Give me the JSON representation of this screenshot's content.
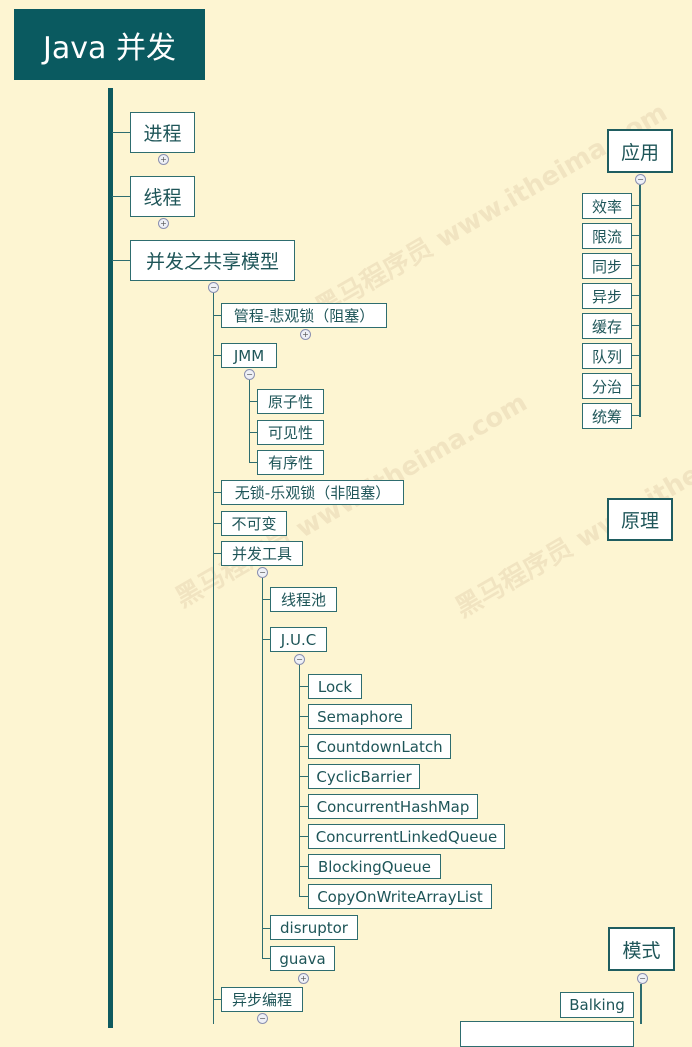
{
  "root": {
    "title": "Java 并发"
  },
  "level1": [
    "进程",
    "线程",
    "并发之共享模型"
  ],
  "shared_model": {
    "monitor": "管程-悲观锁（阻塞）",
    "jmm": "JMM",
    "jmm_children": [
      "原子性",
      "可见性",
      "有序性"
    ],
    "lockfree": "无锁-乐观锁（非阻塞）",
    "immutable": "不可变",
    "tools": "并发工具",
    "tools_children": {
      "pool": "线程池",
      "juc": "J.U.C",
      "disruptor": "disruptor",
      "guava": "guava"
    },
    "juc_children": [
      "Lock",
      "Semaphore",
      "CountdownLatch",
      "CyclicBarrier",
      "ConcurrentHashMap",
      "ConcurrentLinkedQueue",
      "BlockingQueue",
      "CopyOnWriteArrayList"
    ],
    "async": "异步编程"
  },
  "right": {
    "application": "应用",
    "application_children": [
      "效率",
      "限流",
      "同步",
      "异步",
      "缓存",
      "队列",
      "分治",
      "统筹"
    ],
    "principle": "原理",
    "pattern": "模式",
    "pattern_children": [
      "Balking"
    ]
  },
  "watermark": "黑马程序员 www.itheima.com",
  "colors": {
    "background": "#fdf5d2",
    "root": "#0a5a60",
    "border": "#2e6d6f"
  }
}
